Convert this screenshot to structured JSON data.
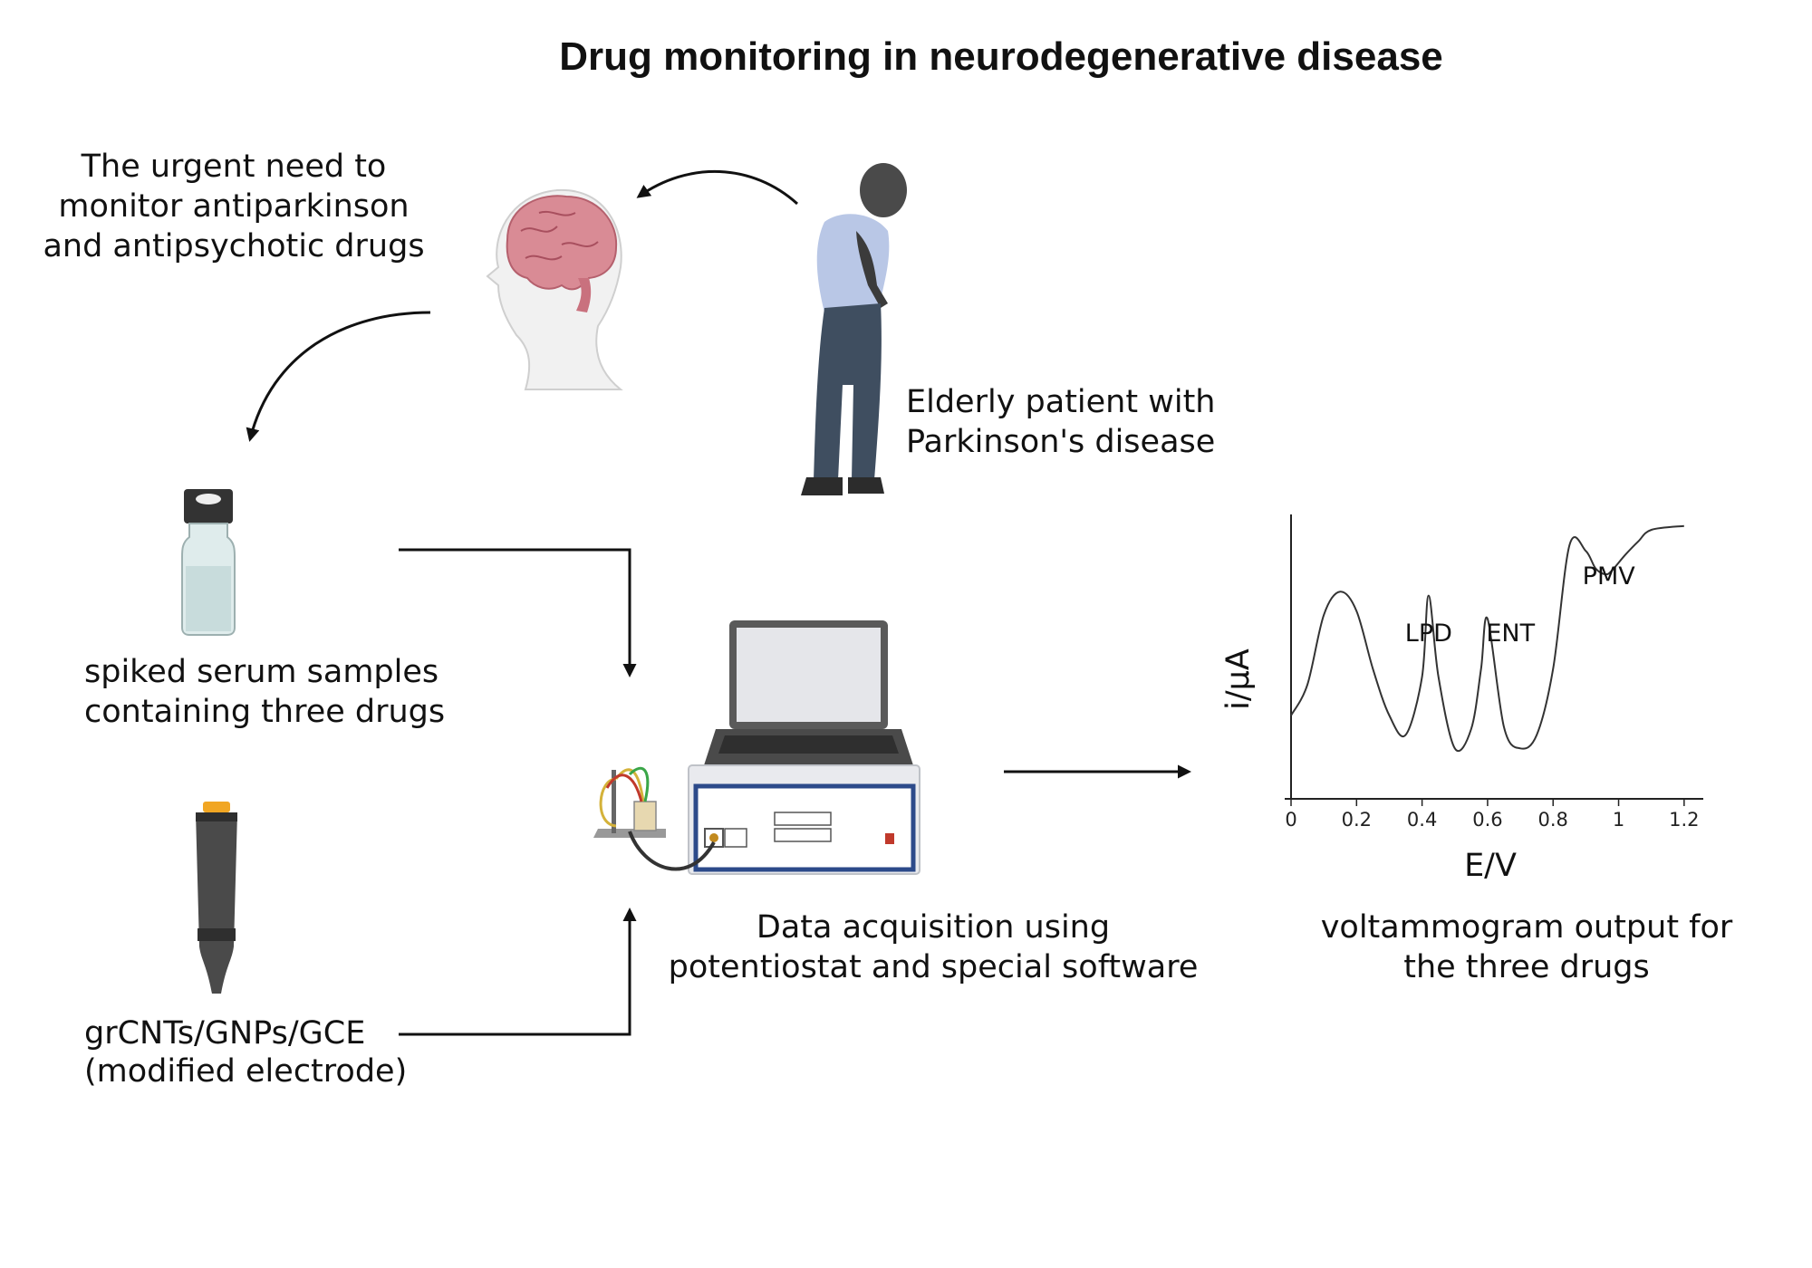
{
  "title": "Drug monitoring in neurodegenerative disease",
  "labels": {
    "urgent_need": [
      "The urgent need to",
      "monitor antiparkinson",
      "and antipsychotic drugs"
    ],
    "patient": [
      "Elderly patient with",
      "Parkinson's disease"
    ],
    "samples": [
      "spiked serum samples",
      "containing three drugs"
    ],
    "electrode": [
      "grCNTs/GNPs/GCE",
      "(modified electrode)"
    ],
    "acquisition": [
      "Data acquisition using",
      "potentiostat and special software"
    ],
    "output": [
      "voltammogram output for",
      "the three drugs"
    ]
  },
  "icons": [
    "brain-head-icon",
    "elderly-patient-icon",
    "sample-vial-icon",
    "electrode-icon",
    "potentiostat-laptop-icon"
  ],
  "chart_data": {
    "type": "line",
    "xlabel": "E/V",
    "ylabel": "i/μA",
    "xticks": [
      "0",
      "0.2",
      "0.4",
      "0.6",
      "0.8",
      "1",
      "1.2"
    ],
    "xlim": [
      0,
      1.3
    ],
    "annotations": [
      {
        "text": "LPD",
        "x": 0.42
      },
      {
        "text": "ENT",
        "x": 0.67
      },
      {
        "text": "PMV",
        "x": 0.97
      }
    ],
    "x": [
      0.0,
      0.05,
      0.1,
      0.15,
      0.2,
      0.25,
      0.3,
      0.35,
      0.4,
      0.42,
      0.45,
      0.5,
      0.55,
      0.58,
      0.6,
      0.65,
      0.7,
      0.75,
      0.8,
      0.85,
      0.9,
      0.93,
      0.96,
      0.98,
      1.02,
      1.06,
      1.1,
      1.2
    ],
    "y": [
      0.22,
      0.38,
      0.74,
      0.86,
      0.76,
      0.46,
      0.22,
      0.12,
      0.42,
      0.84,
      0.42,
      0.05,
      0.15,
      0.46,
      0.72,
      0.16,
      0.05,
      0.12,
      0.46,
      1.1,
      1.07,
      0.98,
      0.95,
      0.97,
      1.05,
      1.12,
      1.18,
      1.2
    ]
  }
}
